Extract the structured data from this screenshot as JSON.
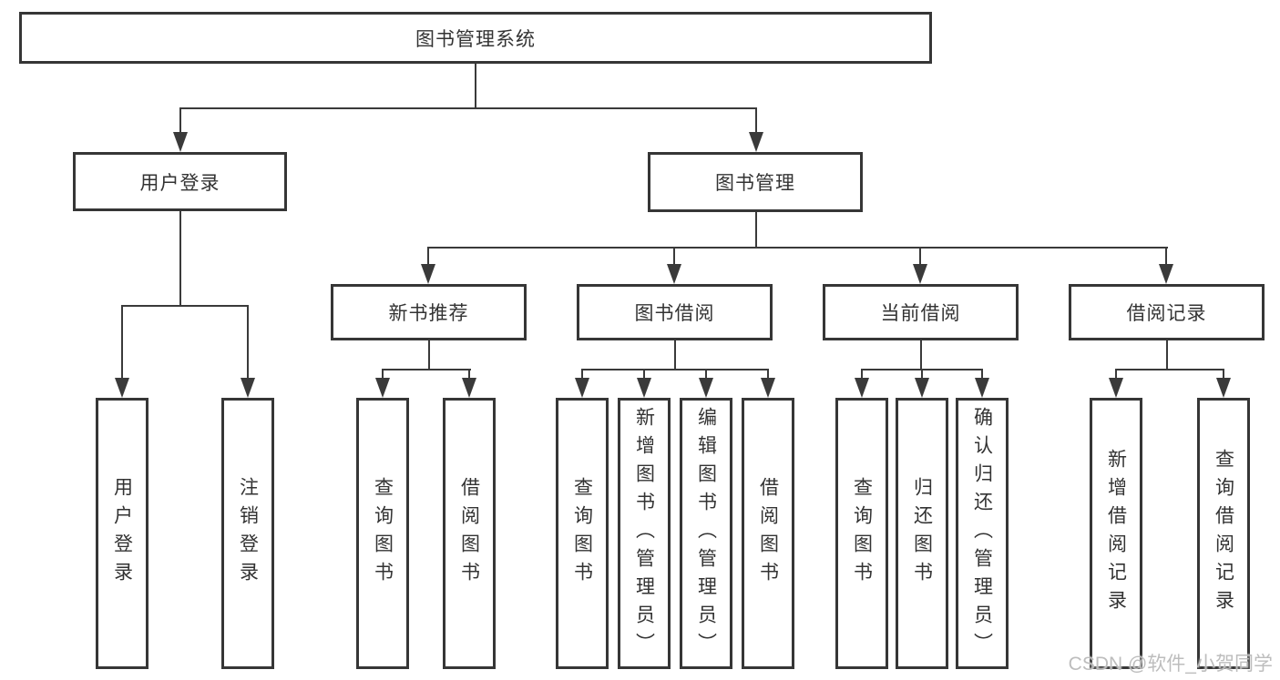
{
  "nodes": {
    "root": {
      "label": "图书管理系统"
    },
    "user_login": {
      "label": "用户登录",
      "children": [
        {
          "label": "用户登录"
        },
        {
          "label": "注销登录"
        }
      ]
    },
    "book_mgmt": {
      "label": "图书管理",
      "children": [
        {
          "label": "新书推荐",
          "children": [
            {
              "label": "查询图书"
            },
            {
              "label": "借阅图书"
            }
          ]
        },
        {
          "label": "图书借阅",
          "children": [
            {
              "label": "查询图书"
            },
            {
              "label": "新增图书（管理员）"
            },
            {
              "label": "编辑图书（管理员）"
            },
            {
              "label": "借阅图书"
            }
          ]
        },
        {
          "label": "当前借阅",
          "children": [
            {
              "label": "查询图书"
            },
            {
              "label": "归还图书"
            },
            {
              "label": "确认归还（管理员）"
            }
          ]
        },
        {
          "label": "借阅记录",
          "children": [
            {
              "label": "新增借阅记录"
            },
            {
              "label": "查询借阅记录"
            }
          ]
        }
      ]
    }
  },
  "watermark": {
    "text": "CSDN @软件_小贺同学"
  },
  "colors": {
    "line": "#3a3a3a",
    "text": "#333333",
    "background": "#ffffff",
    "watermark": "#b9b9b9"
  }
}
